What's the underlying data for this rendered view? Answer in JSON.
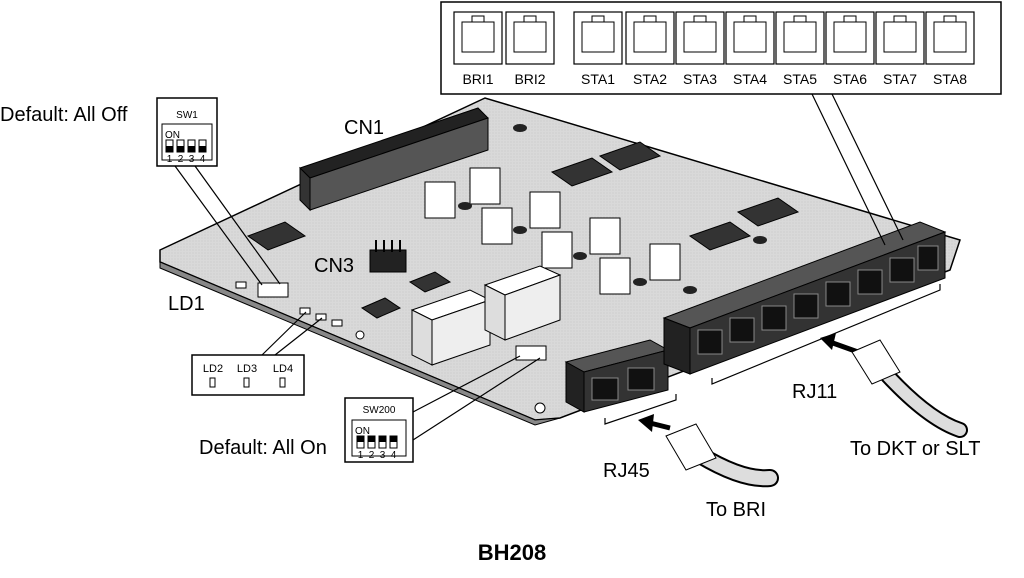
{
  "callouts": {
    "sw1_default": "Default: All Off",
    "sw200_default": "Default: All On",
    "cn1": "CN1",
    "cn3": "CN3",
    "ld1": "LD1",
    "rj11": "RJ11",
    "rj45": "RJ45",
    "to_bri": "To BRI",
    "to_dkt": "To DKT or SLT"
  },
  "sw1": {
    "name": "SW1",
    "on": "ON",
    "positions": [
      "1",
      "2",
      "3",
      "4"
    ]
  },
  "sw200": {
    "name": "SW200",
    "on": "ON",
    "positions": [
      "1",
      "2",
      "3",
      "4"
    ]
  },
  "leds": [
    "LD2",
    "LD3",
    "LD4"
  ],
  "port_panel": {
    "ports": [
      "BRI1",
      "BRI2",
      "STA1",
      "STA2",
      "STA3",
      "STA4",
      "STA5",
      "STA6",
      "STA7",
      "STA8"
    ]
  },
  "caption": "BH208"
}
